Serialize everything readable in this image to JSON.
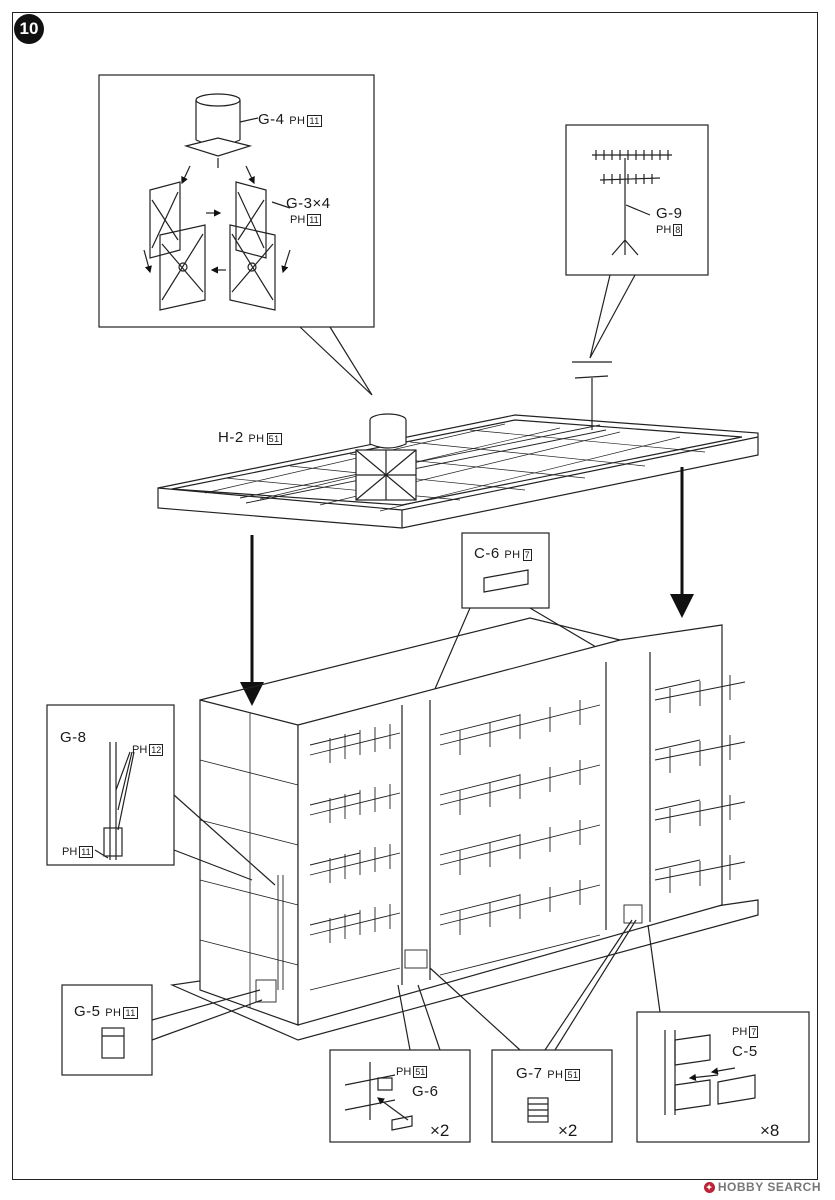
{
  "step": {
    "number": "10"
  },
  "parts": {
    "g4": {
      "code": "G-4",
      "runner": "PH",
      "sheet": "11"
    },
    "g3": {
      "code": "G-3",
      "mult": "×4",
      "runner": "PH",
      "sheet": "11"
    },
    "g9": {
      "code": "G-9",
      "runner": "PH",
      "sheet": "8"
    },
    "h2": {
      "code": "H-2",
      "runner": "PH",
      "sheet": "51"
    },
    "c6": {
      "code": "C-6",
      "runner": "PH",
      "sheet": "7"
    },
    "g8": {
      "code": "G-8",
      "runner": "PH",
      "sheet_a": "12",
      "sheet_b": "11"
    },
    "g5": {
      "code": "G-5",
      "runner": "PH",
      "sheet": "11"
    },
    "g6": {
      "code": "G-6",
      "runner": "PH",
      "sheet": "51",
      "count": "×2"
    },
    "g7": {
      "code": "G-7",
      "runner": "PH",
      "sheet": "51",
      "count": "×2"
    },
    "c5": {
      "code": "C-5",
      "runner": "PH",
      "sheet": "7",
      "count": "×8"
    }
  },
  "watermark": {
    "text": "HOBBY SEARCH"
  },
  "colors": {
    "ink": "#1a1a1a",
    "paper": "#ffffff",
    "watermark": "#777777"
  }
}
